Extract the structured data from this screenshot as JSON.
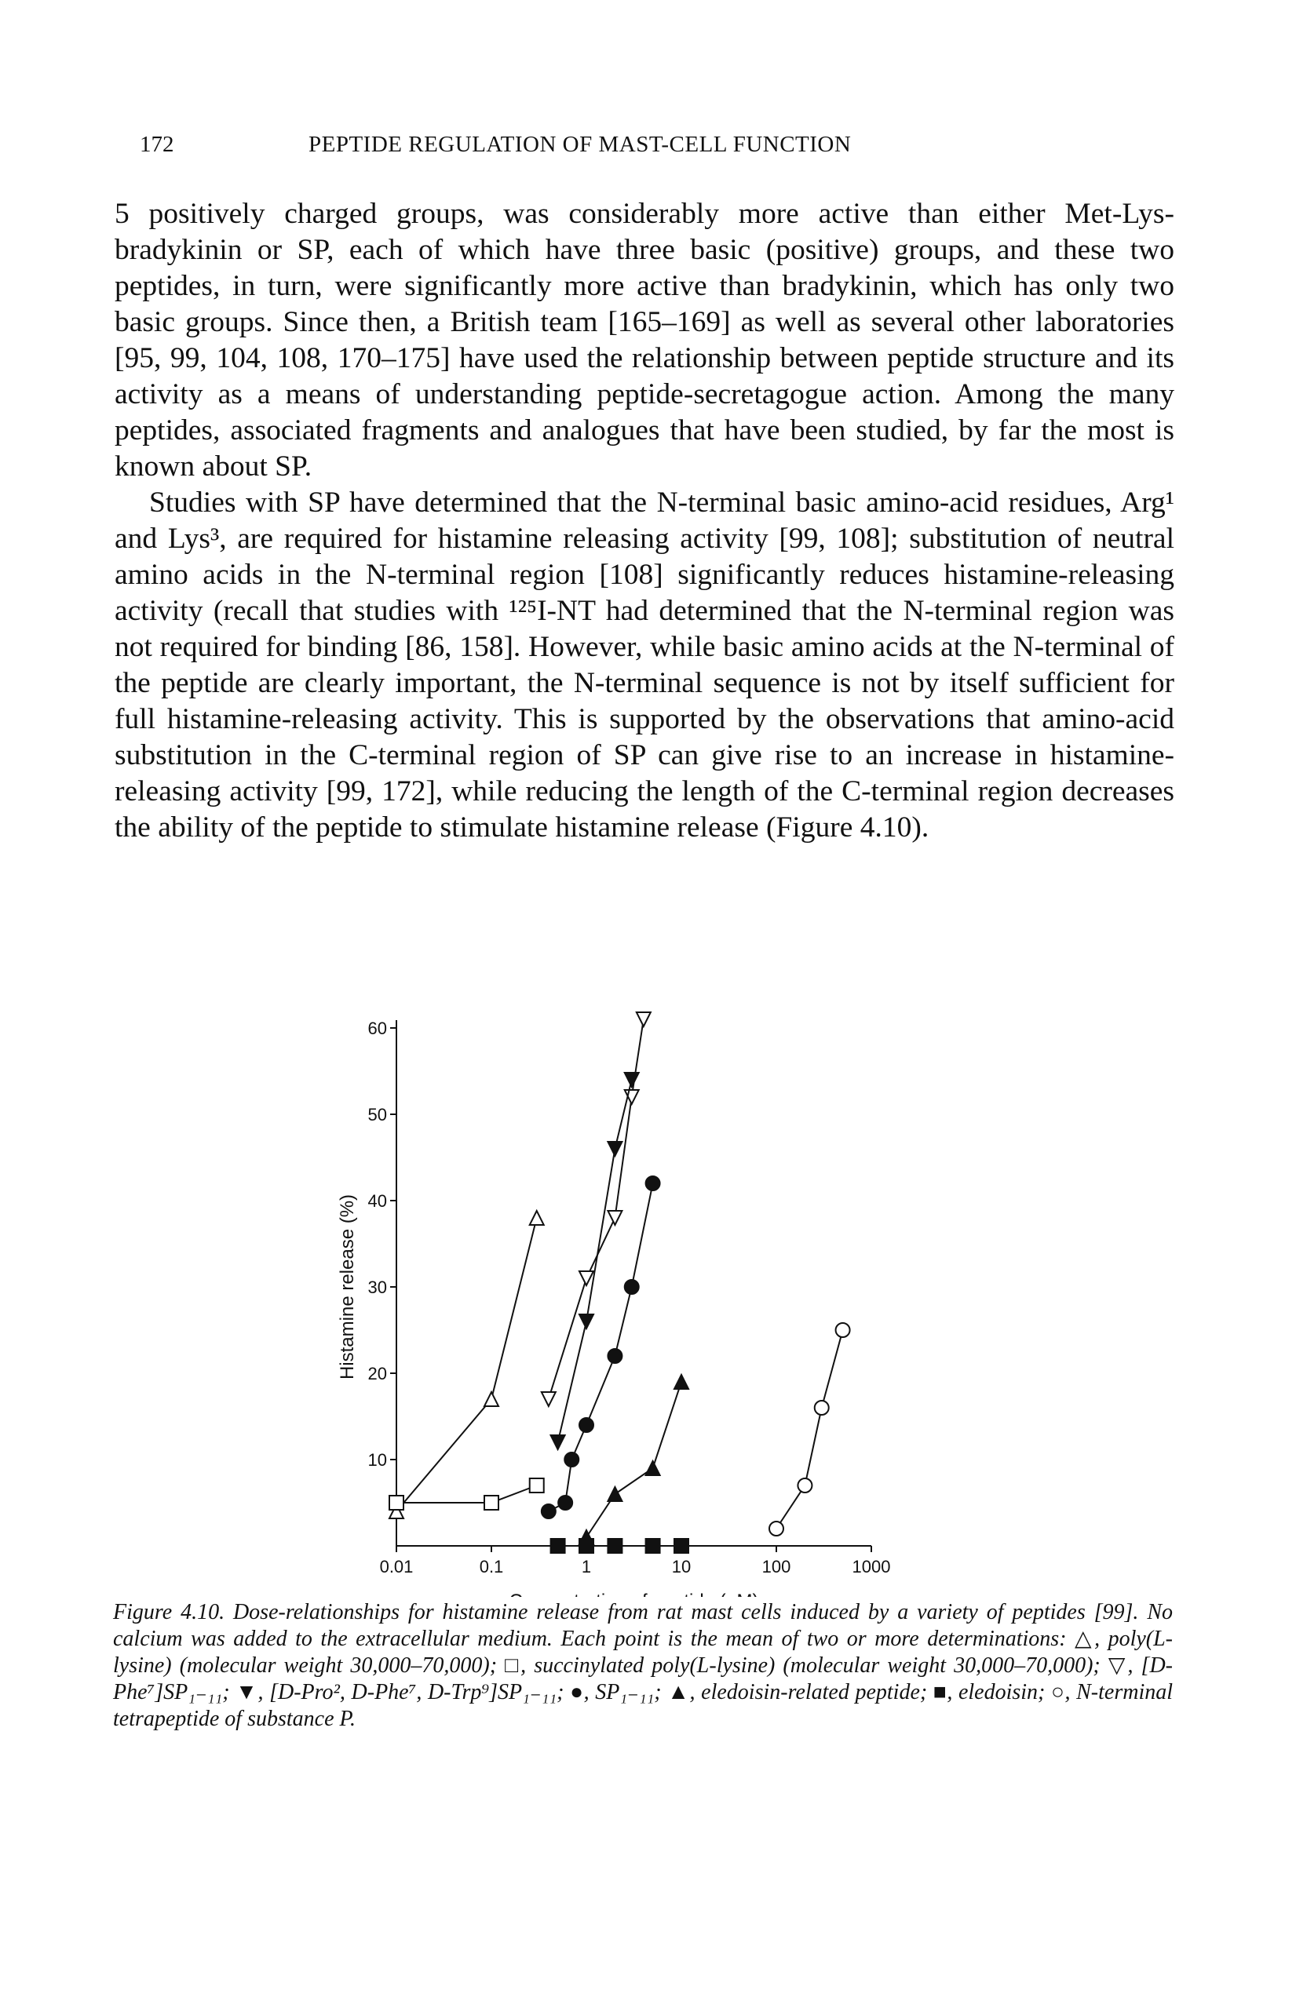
{
  "header": {
    "page_number": "172",
    "running_title": "PEPTIDE REGULATION OF MAST-CELL FUNCTION"
  },
  "body": {
    "paragraph_1": "5 positively charged groups, was considerably more active than either Met-Lys-bradykinin or SP, each of which have three basic (positive) groups, and these two peptides, in turn, were significantly more active than bradykinin, which has only two basic groups. Since then, a British team [165–169] as well as several other laboratories [95, 99, 104, 108, 170–175] have used the relationship between peptide structure and its activity as a means of understanding peptide-secretagogue action. Among the many peptides, associated fragments and analogues that have been studied, by far the most is known about SP.",
    "paragraph_2": "Studies with SP have determined that the N-terminal basic amino-acid residues, Arg¹ and Lys³, are required for histamine releasing activity [99, 108]; substitution of neutral amino acids in the N-terminal region [108] significantly reduces histamine-releasing activity (recall that studies with ¹²⁵I-NT had determined that the N-terminal region was not required for binding [86, 158]. However, while basic amino acids at the N-terminal of the peptide are clearly important, the N-terminal sequence is not by itself sufficient for full histamine-releasing activity. This is supported by the observations that amino-acid substitution in the C-terminal region of SP can give rise to an increase in histamine-releasing activity [99, 172], while reducing the length of the C-terminal region decreases the ability of the peptide to stimulate histamine release (Figure 4.10)."
  },
  "figure": {
    "caption": "Figure 4.10. Dose-relationships for histamine release from rat mast cells induced by a variety of peptides [99]. No calcium was added to the extracellular medium. Each point is the mean of two or more determinations: △, poly(L-lysine) (molecular weight 30,000–70,000); □, succinylated poly(L-lysine) (molecular weight 30,000–70,000); ▽, [D-Phe⁷]SP₁₋₁₁; ▼, [D-Pro², D-Phe⁷, D-Trp⁹]SP₁₋₁₁; ●, SP₁₋₁₁; ▲, eledoisin-related peptide; ■, eledoisin; ○, N-terminal tetrapeptide of substance P."
  },
  "chart_data": {
    "type": "scatter",
    "xlabel": "Concentration of peptide (μM)",
    "ylabel": "Histamine release (%)",
    "x_scale": "log",
    "xlim": [
      0.01,
      1000
    ],
    "ylim": [
      0,
      60
    ],
    "x_ticks": [
      "0.01",
      "0.1",
      "1",
      "10",
      "100",
      "1000"
    ],
    "y_ticks": [
      "10",
      "20",
      "30",
      "40",
      "50",
      "60"
    ],
    "grid": false,
    "series": [
      {
        "name": "△",
        "marker": "triangle-open",
        "x": [
          0.01,
          0.1,
          0.3
        ],
        "y": [
          4,
          17,
          38
        ]
      },
      {
        "name": "□",
        "marker": "square-open",
        "x": [
          0.01,
          0.1,
          0.3
        ],
        "y": [
          5,
          5,
          7
        ]
      },
      {
        "name": "▽",
        "marker": "triangle-down-open",
        "x": [
          0.4,
          1,
          2,
          3,
          4
        ],
        "y": [
          17,
          31,
          38,
          52,
          61
        ]
      },
      {
        "name": "▼",
        "marker": "triangle-down-filled",
        "x": [
          0.5,
          1,
          2,
          3
        ],
        "y": [
          12,
          26,
          46,
          54
        ]
      },
      {
        "name": "●",
        "marker": "circle-filled",
        "x": [
          0.4,
          0.6,
          0.7,
          1,
          2,
          3,
          5
        ],
        "y": [
          4,
          5,
          10,
          14,
          22,
          30,
          42
        ]
      },
      {
        "name": "▲",
        "marker": "triangle-up-filled",
        "x": [
          1,
          2,
          5,
          10
        ],
        "y": [
          1,
          6,
          9,
          19
        ]
      },
      {
        "name": "■",
        "marker": "square-filled",
        "x": [
          0.5,
          1,
          2,
          5,
          10
        ],
        "y": [
          0,
          0,
          0,
          0,
          0
        ]
      },
      {
        "name": "○",
        "marker": "circle-open",
        "x": [
          100,
          200,
          300,
          500
        ],
        "y": [
          2,
          7,
          16,
          25
        ]
      }
    ]
  },
  "colors": {
    "ink": "#111111",
    "paper": "#ffffff"
  }
}
